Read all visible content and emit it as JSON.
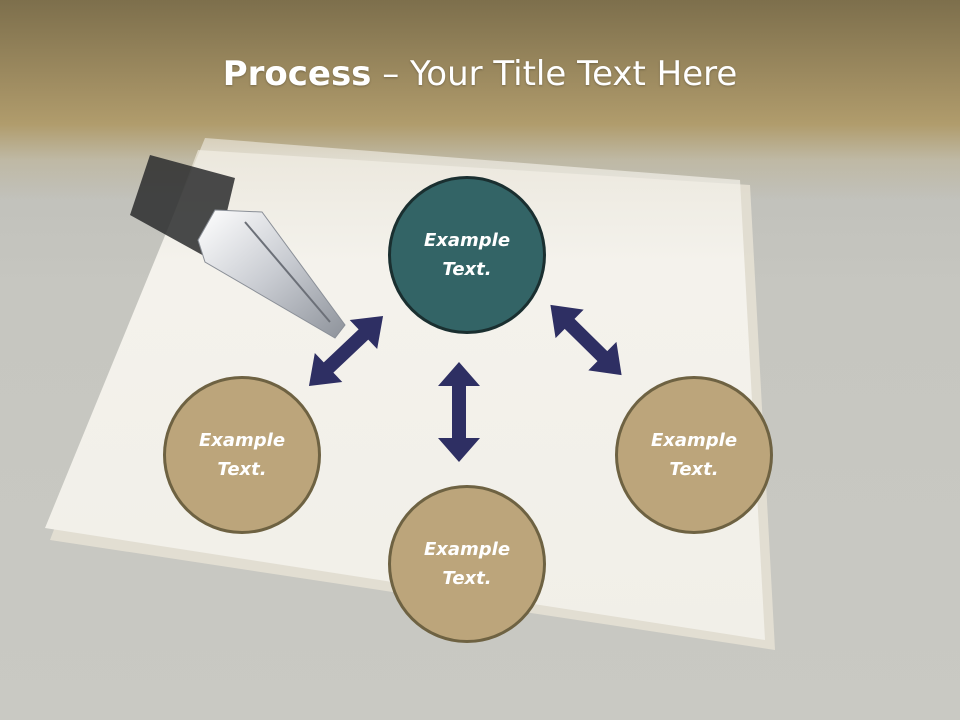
{
  "title": {
    "bold": "Process",
    "rest": " – Your Title Text Here"
  },
  "colors": {
    "center_node": "#336466",
    "outer_node": "#bca57b",
    "arrow": "#2e2f63",
    "title_text": "#ffffff"
  },
  "nodes": {
    "top": {
      "label": "Example\nText."
    },
    "left": {
      "label": "Example\nText."
    },
    "bottom": {
      "label": "Example\nText."
    },
    "right": {
      "label": "Example\nText."
    }
  },
  "background_image": {
    "subject": "notepad and pen"
  }
}
